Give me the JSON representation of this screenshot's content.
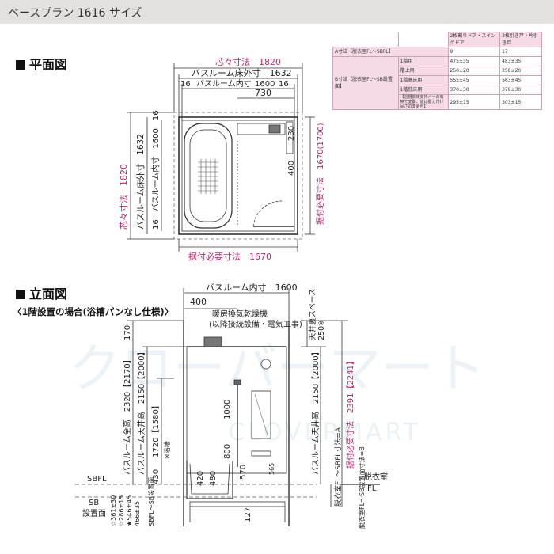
{
  "header": {
    "title": "ベースプラン 1616 サイズ"
  },
  "plan": {
    "section_title": "平面図",
    "core": "芯々寸法　1820",
    "floor_outer": "バスルーム床外寸　1632",
    "inner_left": "16",
    "inner_label": "バスルーム内寸",
    "inner_value": "1600",
    "inner_right": "16",
    "v730": "730",
    "install_bottom": "据付必要寸法　1670",
    "left_core": "芯々寸法　1820",
    "left_floor_outer": "バスルーム床外寸　1632",
    "left_inner": "16　バスルーム内寸　1600　16",
    "right_400": "400",
    "right_230": "230",
    "right_install": "据付必要寸法　1670(1700)"
  },
  "spec_table": {
    "col1": "2枚割りドア・スイングドア",
    "col2": "3枚引き戸・片引き戸",
    "rows": [
      {
        "group": "A寸法【脱衣室FL～SBFL】",
        "label": "",
        "v1": "9",
        "v2": "17"
      },
      {
        "group": "B寸法【脱衣室FL～SB設置面】",
        "label": "1階用",
        "v1": "475±35",
        "v2": "483±35"
      },
      {
        "group": "",
        "label": "階上用",
        "v1": "250±20",
        "v2": "258±20"
      },
      {
        "group": "",
        "label": "1階高床用",
        "v1": "555±45",
        "v2": "563±45"
      },
      {
        "group": "",
        "label": "1階低床用",
        "v1": "370±30",
        "v2": "378±30"
      },
      {
        "group": "",
        "label": "【浴槽側床支持バーの有無で変動、値は据え付け品さの変更可】",
        "v1": "295±15",
        "v2": "303±15"
      }
    ]
  },
  "elev": {
    "section_title": "立面図",
    "subtitle": "〈1階設置の場合(浴槽パンなし仕様)〉",
    "inner": "バスルーム内寸　1600",
    "v400": "400",
    "dryer_line1": "暖房換気乾燥機",
    "dryer_line2": "(以降接続設備・電気工事)",
    "ceiling_space_1": "天井裏スペース",
    "ceiling_space_2": "250※",
    "v170": "170",
    "total_height": "バスルーム全高　2320【2170】",
    "ceiling_height": "バスルーム天井高　2150【2000】",
    "rail_height": "1720【1580】",
    "v430": "430",
    "bath_bottom": "※浴槽",
    "sbfl": "SBFL",
    "sb1": "SB",
    "sb2": "設置面",
    "v1000": "1000",
    "v800": "800",
    "v570": "570",
    "v420": "420",
    "v480": "480",
    "v127": "127",
    "v565": "565",
    "pm1": "☆361±30",
    "pm2": "☆286±15",
    "pm3": "★546±45",
    "pm4": "466±35",
    "sbfl_sb": "SBFL～SB設置面",
    "right_ceiling": "バスルーム天井高　2150【2000】",
    "right_fl": "脱衣室FL～SBFL寸法=A",
    "right_b": "脱衣室FL～SB設置面寸法=B",
    "right_install": "据付必要寸法　2391【2241】",
    "dress_fl_1": "脱衣室",
    "dress_fl_2": "FL"
  },
  "watermark": {
    "text": "クローバーマート",
    "sub": "CLOVERMART"
  },
  "colors": {
    "accent": "#c4246e",
    "topbar": "#e3e1de",
    "table_pink": "#f6dbe7",
    "line": "#333333"
  }
}
